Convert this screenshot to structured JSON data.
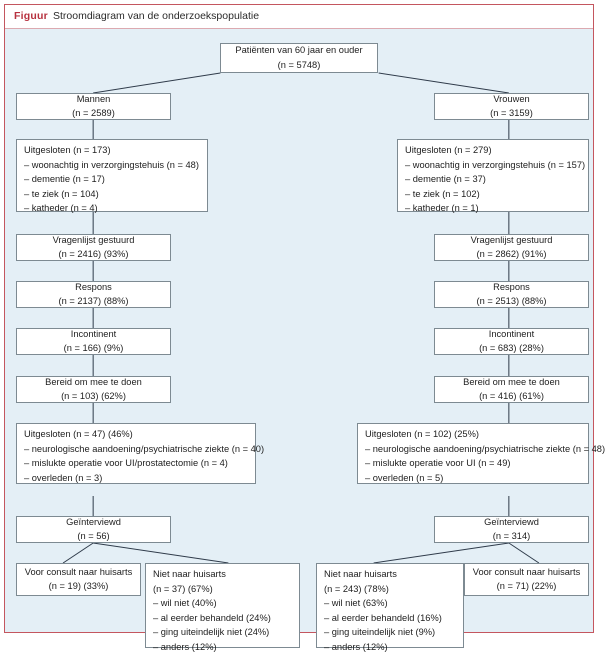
{
  "figure": {
    "label": "Figuur",
    "caption": "Stroomdiagram van de onderzoekspopulatie"
  },
  "colors": {
    "panel_border": "#c4565f",
    "panel_background": "#e4eff6",
    "header_background": "#ffffff",
    "label_color": "#b7313f",
    "node_border": "#7d8a92",
    "node_background": "#ffffff",
    "connector": "#2f3b4a"
  },
  "nodes": {
    "root": {
      "line1": "Patiënten van 60 jaar en ouder",
      "line2": "(n = 5748)"
    },
    "men": {
      "line1": "Mannen",
      "line2": "(n = 2589)"
    },
    "women": {
      "line1": "Vrouwen",
      "line2": "(n = 3159)"
    },
    "men_excluded": {
      "rows": [
        "Uitgesloten (n = 173)",
        "– woonachtig in verzorgingstehuis (n = 48)",
        "– dementie (n = 17)",
        "– te ziek (n = 104)",
        "– katheder (n = 4)"
      ]
    },
    "women_excluded": {
      "rows": [
        "Uitgesloten (n = 279)",
        "– woonachtig in verzorgingstehuis (n = 157)",
        "– dementie (n = 37)",
        "– te ziek (n = 102)",
        "– katheder (n = 1)"
      ]
    },
    "men_questionnaire": {
      "line1": "Vragenlijst gestuurd",
      "line2": "(n = 2416) (93%)"
    },
    "women_questionnaire": {
      "line1": "Vragenlijst gestuurd",
      "line2": "(n = 2862) (91%)"
    },
    "men_response": {
      "line1": "Respons",
      "line2": "(n = 2137) (88%)"
    },
    "women_response": {
      "line1": "Respons",
      "line2": "(n = 2513) (88%)"
    },
    "men_incontinent": {
      "line1": "Incontinent",
      "line2": "(n = 166) (9%)"
    },
    "women_incontinent": {
      "line1": "Incontinent",
      "line2": "(n = 683) (28%)"
    },
    "men_willing": {
      "line1": "Bereid om mee te doen",
      "line2": "(n = 103) (62%)"
    },
    "women_willing": {
      "line1": "Bereid om mee te doen",
      "line2": "(n = 416) (61%)"
    },
    "men_excluded2": {
      "rows": [
        "Uitgesloten (n = 47) (46%)",
        "– neurologische aandoening/psychiatrische ziekte (n = 40)",
        "– mislukte operatie voor UI/prostatectomie (n = 4)",
        "– overleden (n = 3)"
      ]
    },
    "women_excluded2": {
      "rows": [
        "Uitgesloten (n = 102) (25%)",
        "– neurologische aandoening/psychiatrische ziekte (n = 48)",
        "– mislukte operatie voor UI (n = 49)",
        "– overleden (n = 5)"
      ]
    },
    "men_interviewed": {
      "line1": "Geïnterviewd",
      "line2": "(n = 56)"
    },
    "women_interviewed": {
      "line1": "Geïnterviewd",
      "line2": "(n = 314)"
    },
    "men_consult": {
      "line1": "Voor consult naar huisarts",
      "line2": "(n = 19) (33%)"
    },
    "women_consult": {
      "line1": "Voor consult naar huisarts",
      "line2": "(n = 71) (22%)"
    },
    "men_noconsult": {
      "rows": [
        "Niet naar huisarts",
        "(n = 37) (67%)",
        "– wil niet (40%)",
        "– al eerder behandeld (24%)",
        "– ging uiteindelijk niet (24%)",
        "– anders (12%)"
      ]
    },
    "women_noconsult": {
      "rows": [
        "Niet naar huisarts",
        "(n = 243) (78%)",
        "– wil niet (63%)",
        "– al eerder behandeld (16%)",
        "– ging uiteindelijk niet (9%)",
        "– anders (12%)"
      ]
    }
  }
}
